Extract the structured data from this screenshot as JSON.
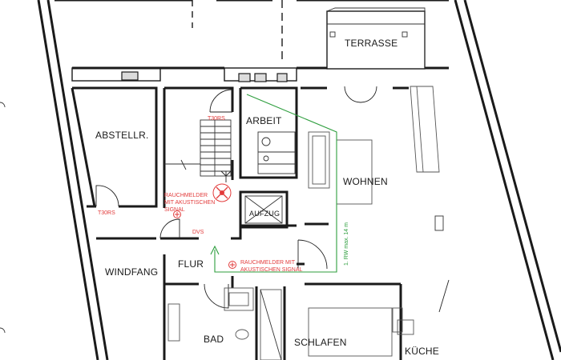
{
  "rooms": {
    "terrasse": "TERRASSE",
    "abstellr": "ABSTELLR.",
    "arbeit": "ARBEIT",
    "wohnen": "WOHNEN",
    "aufzug": "AUFZUG",
    "windfang": "WINDFANG",
    "flur": "FLUR",
    "bad": "BAD",
    "schlafen": "SCHLAFEN",
    "kueche": "KÜCHE"
  },
  "annotations": {
    "t30rs_stair": "T30RS",
    "t30rs_abstell": "T30RS",
    "rauchmelder_1_line1": "RAUCHMELDER",
    "rauchmelder_1_line2": "MIT AKUSTISCHEN",
    "rauchmelder_1_line3": "SIGNAL",
    "rauchmelder_2_line1": "RAUCHMELDER MIT",
    "rauchmelder_2_line2": "AKUSTISCHEN SIGNAL",
    "dvs": "DVS",
    "escape_route": "1. RW max. 14 m"
  },
  "colors": {
    "wall": "#1a1a1a",
    "annotation_red": "#e23b3b",
    "escape_route_green": "#2e9e3e",
    "shaft_grey": "#dcdcdc"
  },
  "icons": {
    "smoke_detector": "smoke-detector-icon",
    "fire_alarm": "fire-alarm-icon"
  }
}
